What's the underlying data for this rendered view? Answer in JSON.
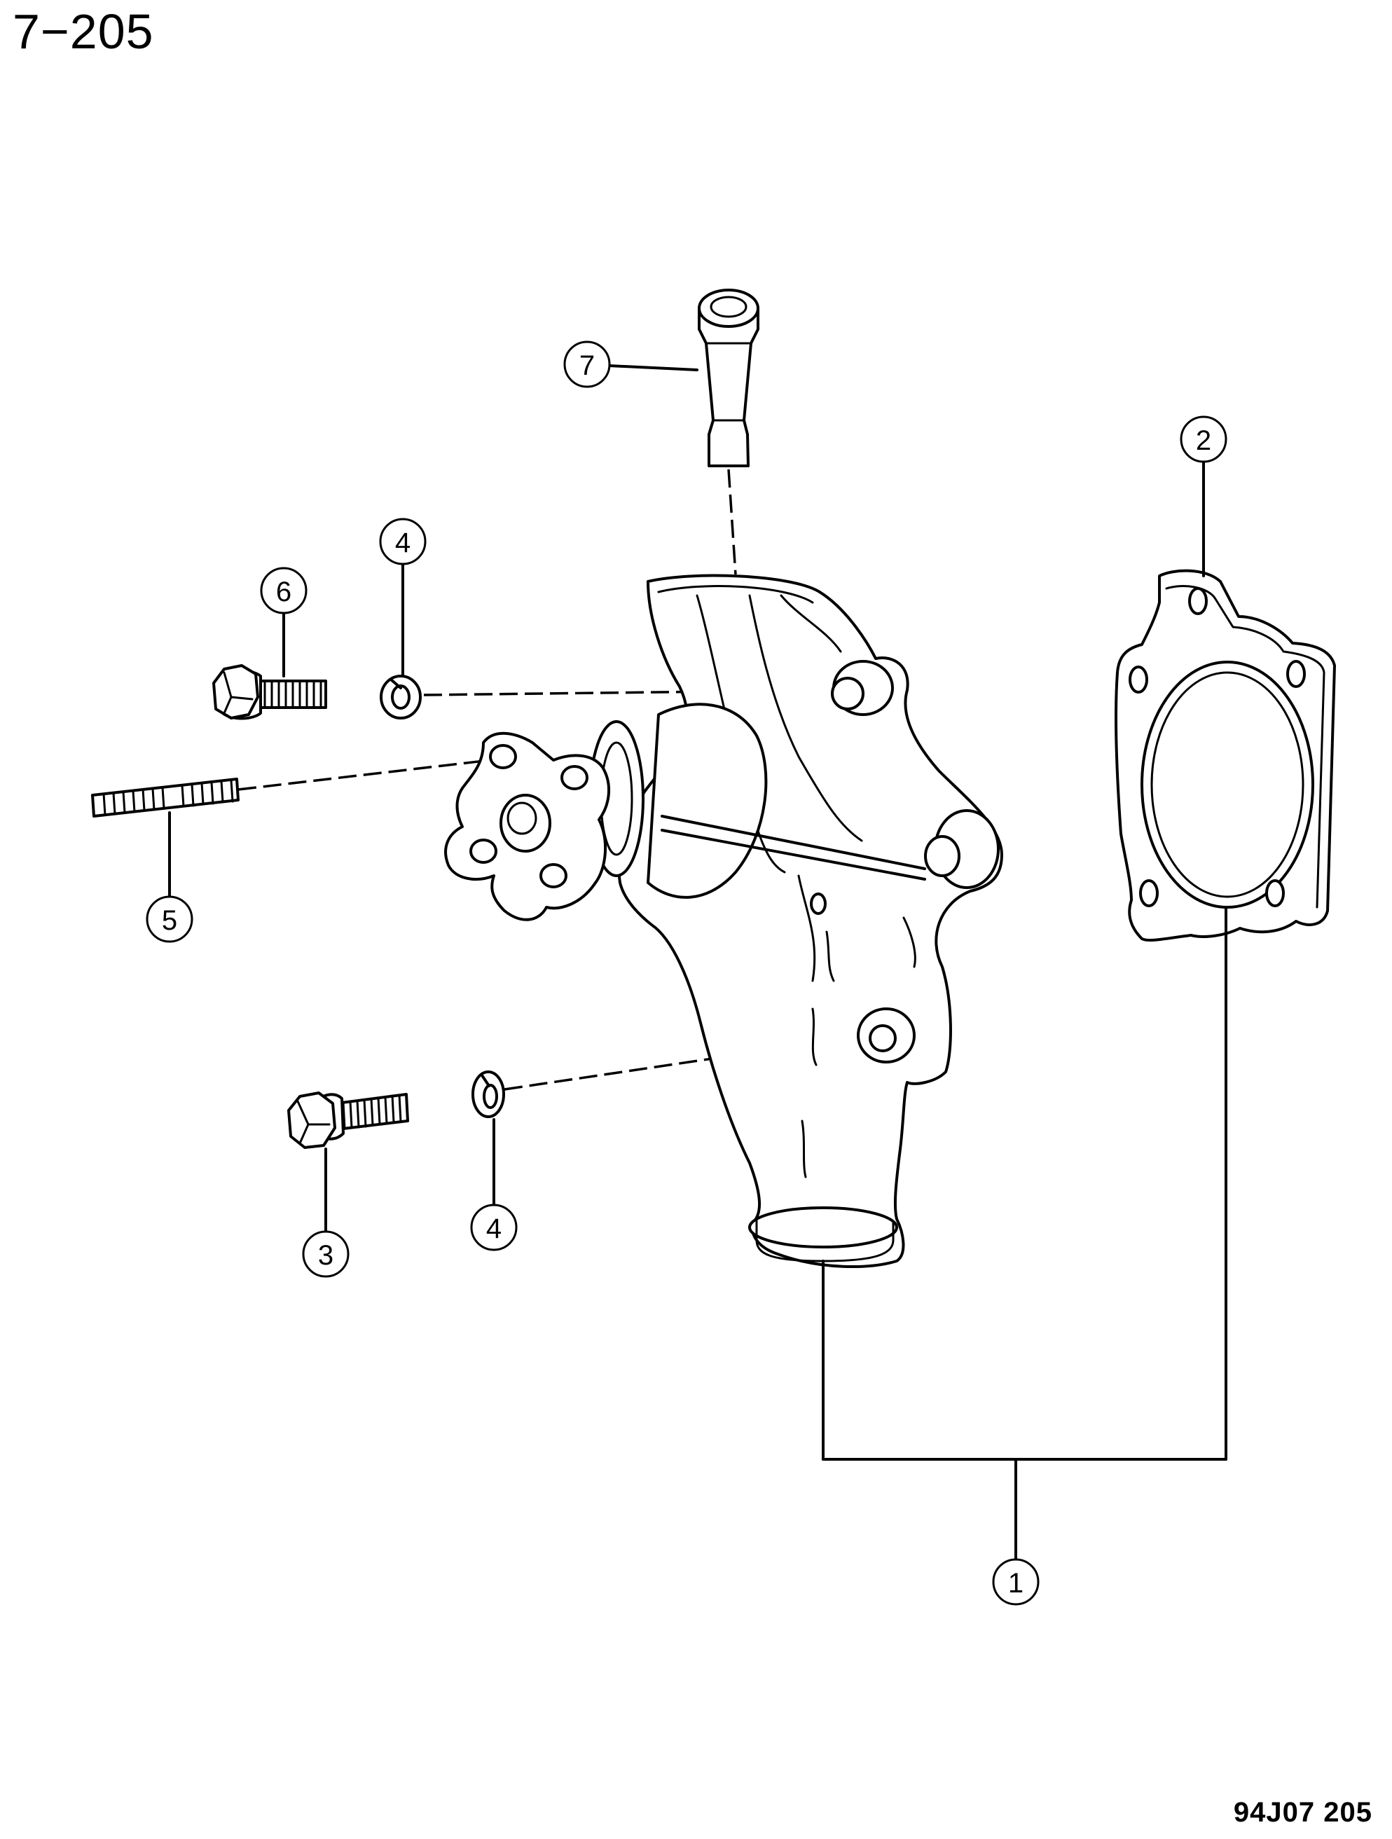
{
  "header": {
    "page_code": "7−205"
  },
  "footer": {
    "figure_code": "94J07  205"
  },
  "callouts": [
    {
      "id": "callout-1",
      "label": "1"
    },
    {
      "id": "callout-2",
      "label": "2"
    },
    {
      "id": "callout-3",
      "label": "3"
    },
    {
      "id": "callout-4a",
      "label": "4"
    },
    {
      "id": "callout-4b",
      "label": "4"
    },
    {
      "id": "callout-5",
      "label": "5"
    },
    {
      "id": "callout-6",
      "label": "6"
    },
    {
      "id": "callout-7",
      "label": "7"
    }
  ]
}
